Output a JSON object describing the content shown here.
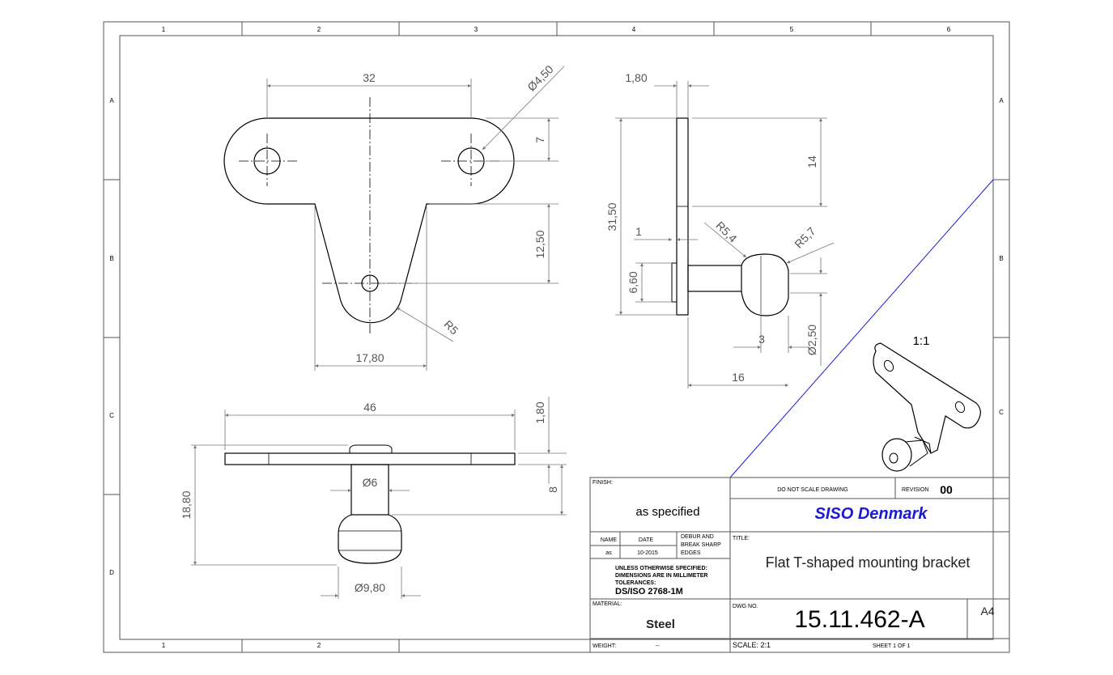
{
  "colors": {
    "line": "#000000",
    "dim": "#777777",
    "company": "#1a1ad6",
    "divider": "#1a1ad6"
  },
  "zones": {
    "columns": [
      "1",
      "2",
      "3",
      "4",
      "5",
      "6"
    ],
    "rows": [
      "A",
      "B",
      "C",
      "D"
    ]
  },
  "views": {
    "front": {
      "dim_width": "32",
      "dim_hole": "Ø4,50",
      "dim_hole_offset": "7",
      "dim_height": "12,50",
      "dim_radius": "R5",
      "dim_base": "17,80"
    },
    "side": {
      "dim_thickness": "1,80",
      "dim_top": "14",
      "dim_total": "31,50",
      "dim_1": "1",
      "dim_r54": "R5,4",
      "dim_r57": "R5,7",
      "dim_660": "6,60",
      "dim_3": "3",
      "dim_250": "Ø2,50",
      "dim_16": "16"
    },
    "bottom": {
      "dim_46": "46",
      "dim_180": "1,80",
      "dim_1880": "18,80",
      "dim_phi6": "Ø6",
      "dim_8": "8",
      "dim_980": "Ø9,80"
    },
    "iso": {
      "scale_label": "1:1"
    }
  },
  "title_block": {
    "finish_label": "FINISH:",
    "finish_value": "as specified",
    "name_label": "NAME",
    "date_label": "DATE",
    "deburr_label": [
      "DEBUR AND",
      "BREAK SHARP",
      "EDGES"
    ],
    "name_value": "as",
    "date_value": "10-2015",
    "tol_lines": [
      "UNLESS OTHERWISE SPECIFIED:",
      "DIMENSIONS ARE IN MILLIMETER",
      "TOLERANCES:"
    ],
    "tol_standard": "DS/ISO 2768-1M",
    "material_label": "MATERIAL:",
    "material_value": "Steel",
    "weight_label": "WEIGHT:",
    "weight_value": "--",
    "no_scale": "DO NOT SCALE DRAWING",
    "revision_label": "REVISION",
    "revision_value": "00",
    "company": "SISO Denmark",
    "title_label": "TITLE:",
    "title_value": "Flat T-shaped mounting bracket",
    "dwg_label": "DWG NO.",
    "dwg_value": "15.11.462-A",
    "sheet_size": "A4",
    "scale": "SCALE: 2:1",
    "sheet": "SHEET 1 OF 1"
  }
}
